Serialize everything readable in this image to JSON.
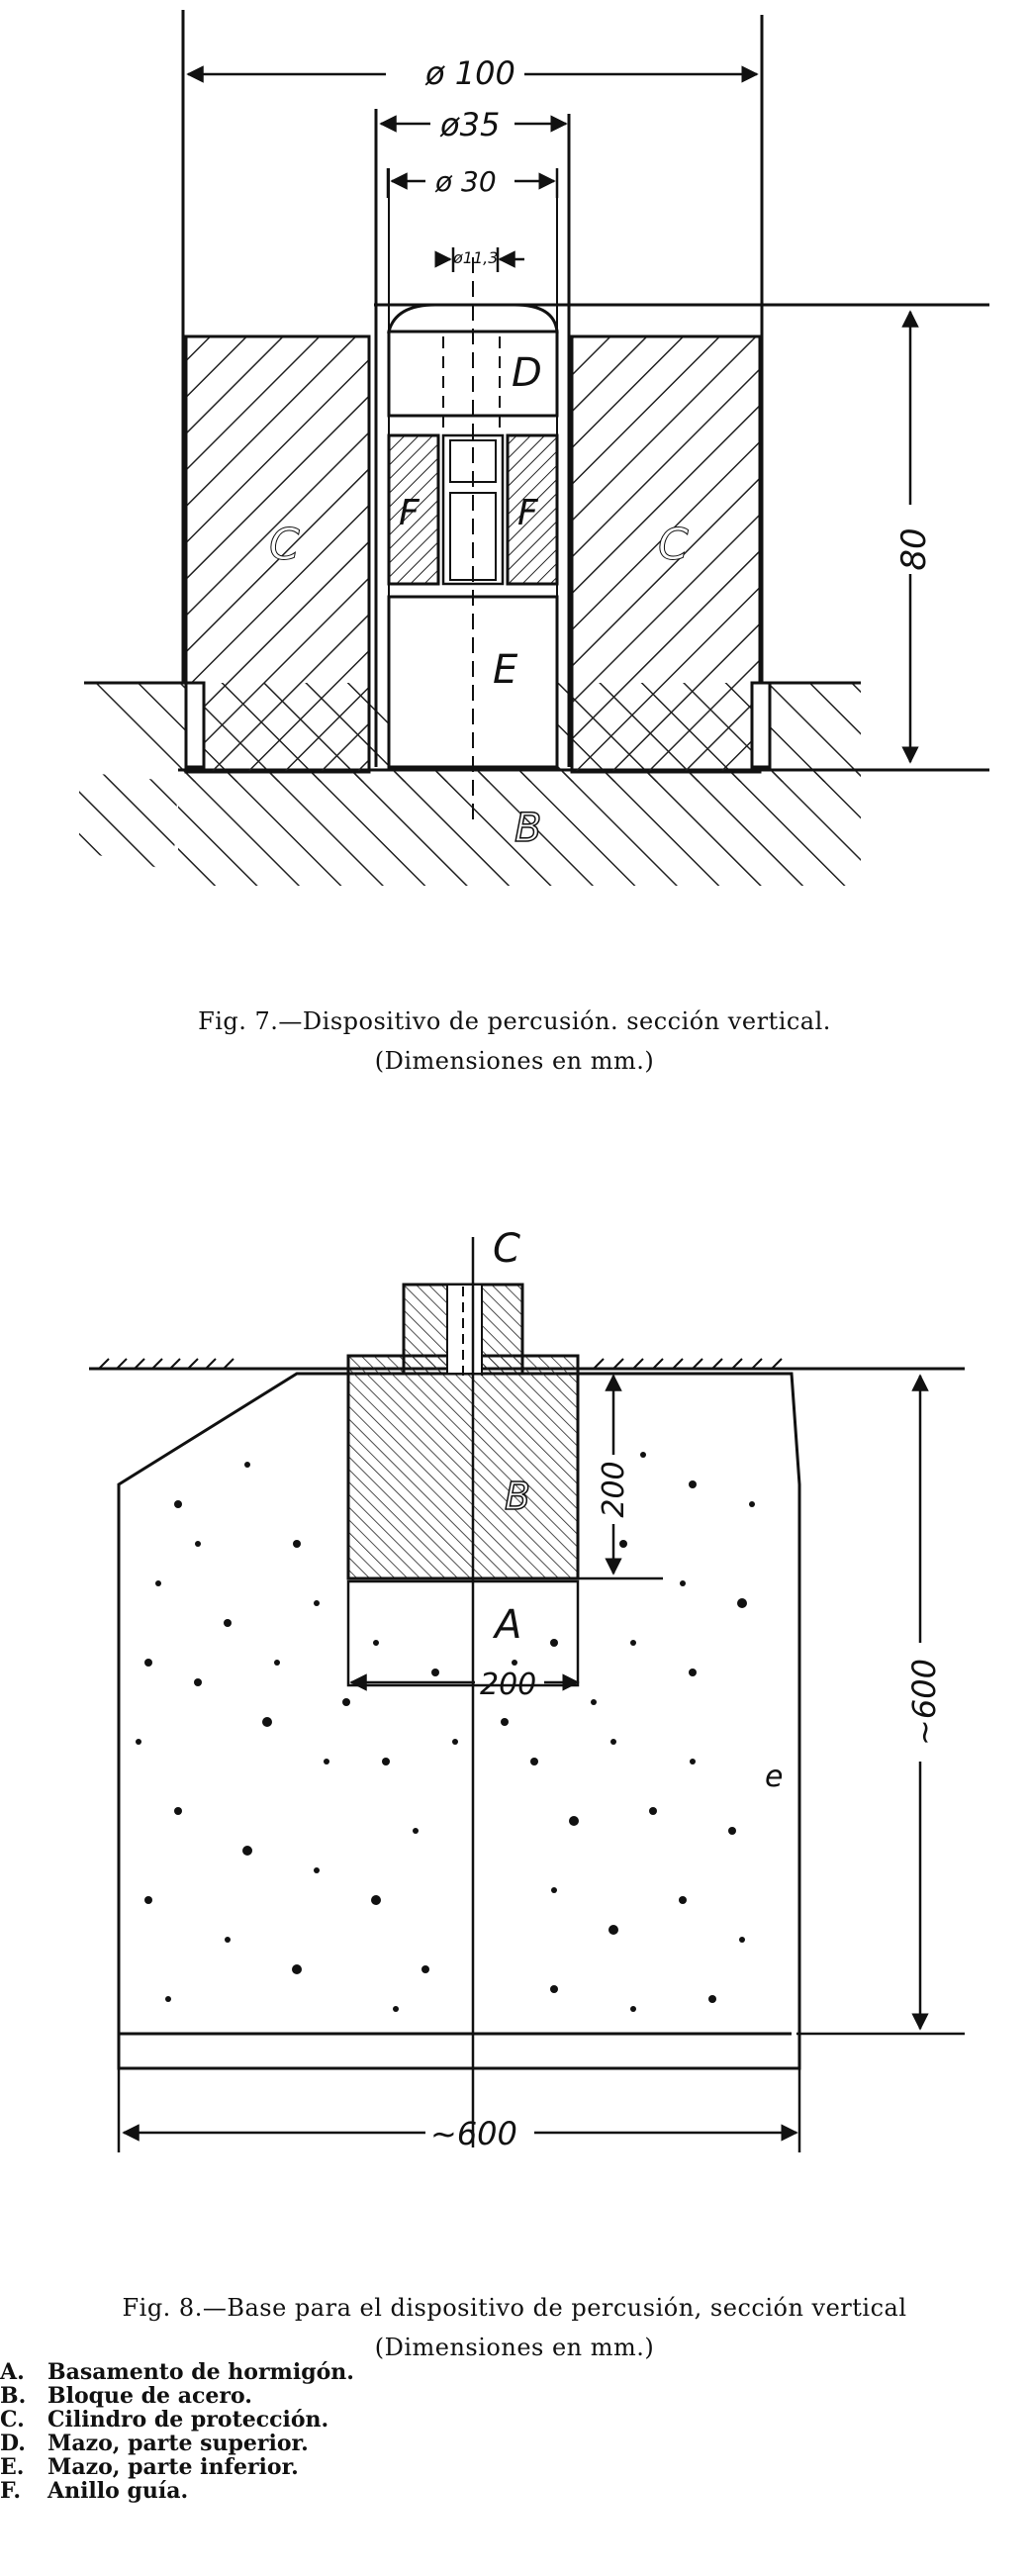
{
  "fig7": {
    "caption_line1": "Fig. 7.—Dispositivo de percusión. sección vertical.",
    "caption_line2": "(Dimensiones en mm.)",
    "dim_100": "ø 100",
    "dim_35": "ø35",
    "dim_30": "ø 30",
    "dim_113": "ø11,3",
    "dim_80": "80",
    "labels": {
      "B": "B",
      "C": "C",
      "D": "D",
      "E": "E",
      "F": "F"
    }
  },
  "fig8": {
    "caption_line1": "Fig. 8.—Base para el dispositivo de percusión, sección vertical",
    "caption_line2": "(Dimensiones en mm.)",
    "dim_200_v": "200",
    "dim_200_h": "200",
    "dim_600_v": "~600",
    "dim_600_h": "~600",
    "labels": {
      "A": "A",
      "B": "B",
      "C": "C",
      "e": "e"
    }
  },
  "legend": [
    {
      "key": "A.",
      "text": "Basamento de hormigón."
    },
    {
      "key": "B.",
      "text": "Bloque de acero."
    },
    {
      "key": "C.",
      "text": "Cilindro de protección."
    },
    {
      "key": "D.",
      "text": "Mazo, parte superior."
    },
    {
      "key": "E.",
      "text": "Mazo, parte inferior."
    },
    {
      "key": "F.",
      "text": "Anillo guía."
    }
  ]
}
